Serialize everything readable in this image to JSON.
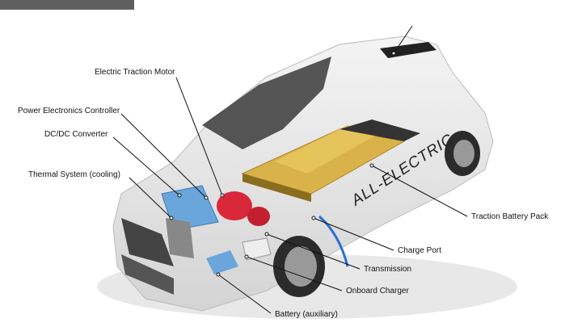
{
  "labels": {
    "motor": "Electric Traction Motor",
    "pec": "Power Electronics Controller",
    "dcdc": "DC/DC Converter",
    "thermal": "Thermal System (cooling)",
    "battery_pack": "Traction Battery Pack",
    "charge_port": "Charge Port",
    "transmission": "Transmission",
    "onboard_charger": "Onboard Charger",
    "aux_battery": "Battery (auxiliary)"
  },
  "car_text": "ALL-ELECTRIC",
  "colors": {
    "battery": "#d9b24a",
    "motor": "#d8283a",
    "converter": "#6aa6dc",
    "charge_cable": "#2a6fd6"
  }
}
